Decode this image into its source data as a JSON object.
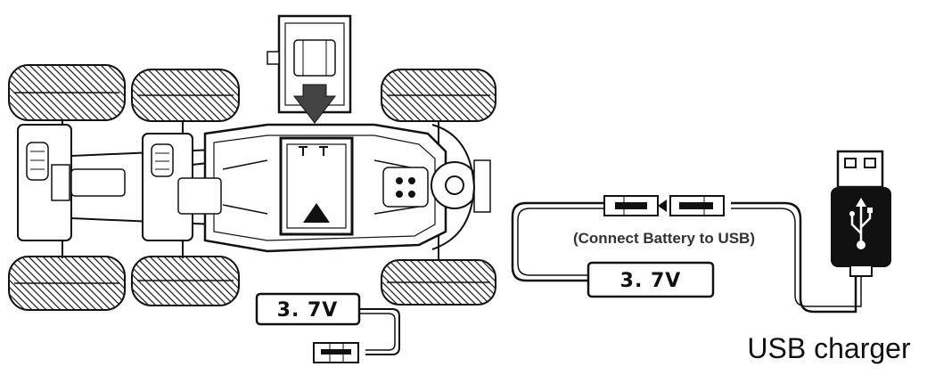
{
  "battery_left": {
    "label": "3. 7V"
  },
  "battery_right": {
    "label": "3. 7V"
  },
  "connect_caption": "(Connect Battery to USB)",
  "usb_caption": "USB charger",
  "colors": {
    "ink": "#111111",
    "gray": "#888888",
    "light": "#d8d8d8",
    "paper": "#ffffff"
  }
}
